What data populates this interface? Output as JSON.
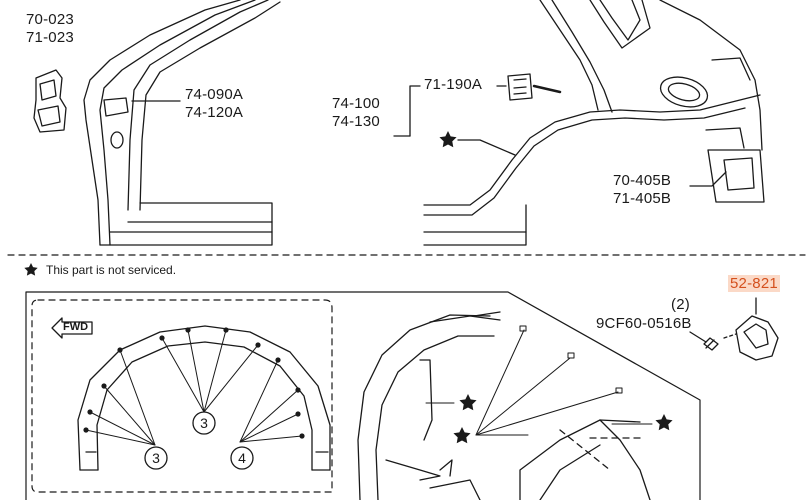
{
  "upper": {
    "labels": {
      "bracket_a": "70-023",
      "bracket_b": "71-023",
      "pillar_a": "74-090A",
      "pillar_b": "74-120A",
      "panel_a": "74-100",
      "panel_b": "74-130",
      "clip": "71-190A",
      "lamp_a": "70-405B",
      "lamp_b": "71-405B"
    }
  },
  "legend": {
    "star_note": "This part is not serviced."
  },
  "lower": {
    "fwd_label": "FWD",
    "circles": [
      "3",
      "3",
      "4"
    ],
    "parts": {
      "bolt_qty": "(2)",
      "bolt_part": "9CF60-0516B",
      "highlight_part": "52-821"
    }
  },
  "colors": {
    "highlight_text": "#d4501d",
    "highlight_bg": "#fbd9c7",
    "line": "#1a1a1a"
  }
}
